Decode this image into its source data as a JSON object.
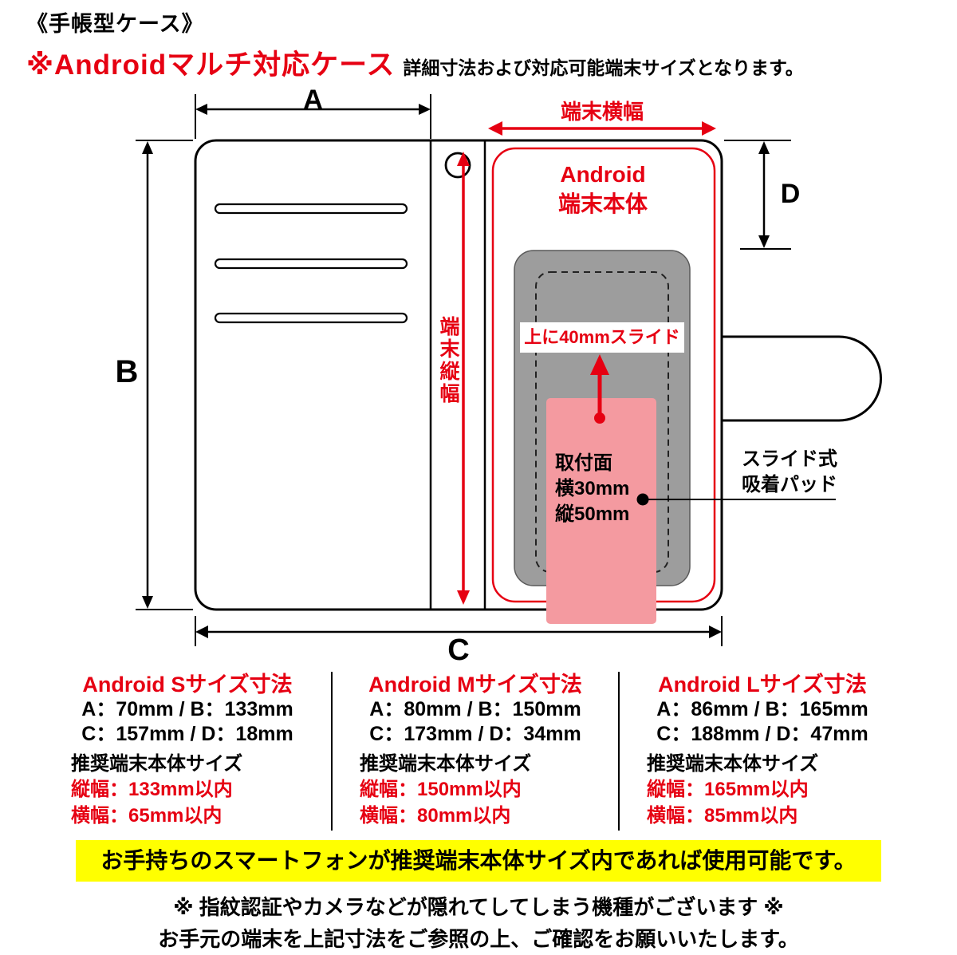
{
  "header": {
    "category": "《手帳型ケース》",
    "title": "※Androidマルチ対応ケース",
    "subtitle": "詳細寸法および対応可能端末サイズとなります。"
  },
  "diagram": {
    "dim_a": "A",
    "dim_b": "B",
    "dim_c": "C",
    "dim_d": "D",
    "device_width": "端末横幅",
    "device_height": "端末縦幅",
    "android_line1": "Android",
    "android_line2": "端末本体",
    "slide_note": "上に40mmスライド",
    "pad_line1": "取付面",
    "pad_line2": "横30mm",
    "pad_line3": "縦50mm",
    "suction_line1": "スライド式",
    "suction_line2": "吸着パッド"
  },
  "sizes": [
    {
      "title": "Android Sサイズ寸法",
      "row1": "A：70mm / B：133mm",
      "row2": "C：157mm / D：18mm",
      "rec_title": "推奨端末本体サイズ",
      "rec_height": "縦幅：133mm以内",
      "rec_width": "横幅：65mm以内"
    },
    {
      "title": "Android Mサイズ寸法",
      "row1": "A：80mm / B：150mm",
      "row2": "C：173mm / D：34mm",
      "rec_title": "推奨端末本体サイズ",
      "rec_height": "縦幅：150mm以内",
      "rec_width": "横幅：80mm以内"
    },
    {
      "title": "Android Lサイズ寸法",
      "row1": "A：86mm / B：165mm",
      "row2": "C：188mm / D：47mm",
      "rec_title": "推奨端末本体サイズ",
      "rec_height": "縦幅：165mm以内",
      "rec_width": "横幅：85mm以内"
    }
  ],
  "banner": "お手持ちのスマートフォンが推奨端末本体サイズ内であれば使用可能です。",
  "footer": {
    "line1": "※ 指紋認証やカメラなどが隠れてしてしまう機種がございます ※",
    "line2": "お手元の端末を上記寸法をご参照の上、ご確認をお願いいたします。"
  },
  "colors": {
    "accent_red": "#e60012",
    "pad_gray": "#9d9d9d",
    "pad_pink": "#f49aa0",
    "banner_yellow": "#ffff00"
  }
}
